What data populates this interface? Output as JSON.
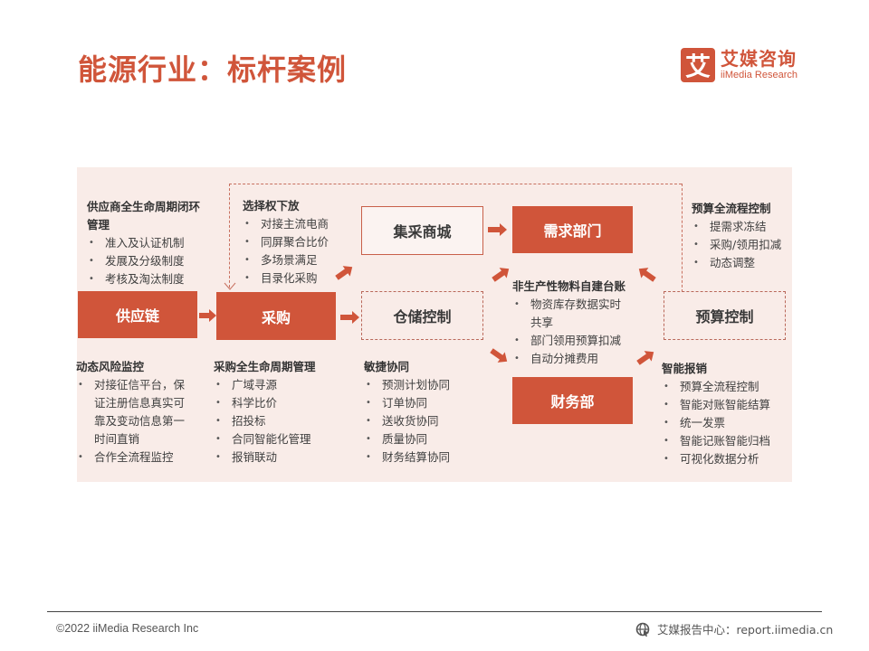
{
  "header": {
    "title": "能源行业：标杆案例",
    "logo": {
      "mark": "艾",
      "cn": "艾媒咨询",
      "en": "iiMedia Research"
    }
  },
  "colors": {
    "accent": "#d0553a",
    "panel_bg": "#f9ece8",
    "text": "#404040"
  },
  "nodes": {
    "supply_chain": "供应链",
    "procurement": "采购",
    "mall": "集采商城",
    "warehouse": "仓储控制",
    "demand_dept": "需求部门",
    "finance_dept": "财务部",
    "budget_control": "预算控制"
  },
  "notes": {
    "supplier_lifecycle": {
      "heading": "供应商全生命周期闭环管理",
      "items": [
        "准入及认证机制",
        "发展及分级制度",
        "考核及淘汰制度"
      ]
    },
    "choice_delegation": {
      "heading": "选择权下放",
      "items": [
        "对接主流电商",
        "同屏聚合比价",
        "多场景满足",
        "目录化采购"
      ]
    },
    "budget_full_process": {
      "heading": "预算全流程控制",
      "items": [
        "提需求冻结",
        "采购/领用扣减",
        "动态调整"
      ]
    },
    "non_production_ledger": {
      "heading": "非生产性物料自建台账",
      "items": [
        "物资库存数据实时共享",
        "部门领用预算扣减",
        "自动分摊费用"
      ]
    },
    "dynamic_risk": {
      "heading": "动态风险监控",
      "items": [
        "对接征信平台，保证注册信息真实可靠及变动信息第一时间直销",
        "合作全流程监控"
      ]
    },
    "procurement_lifecycle": {
      "heading": "采购全生命周期管理",
      "items": [
        "广域寻源",
        "科学比价",
        "招投标",
        "合同智能化管理",
        "报销联动"
      ]
    },
    "agile_collab": {
      "heading": "敏捷协同",
      "items": [
        "预测计划协同",
        "订单协同",
        "送收货协同",
        "质量协同",
        "财务结算协同"
      ]
    },
    "smart_reimburse": {
      "heading": "智能报销",
      "items": [
        "预算全流程控制",
        "智能对账智能结算",
        "统一发票",
        "智能记账智能归档",
        "可视化数据分析"
      ]
    }
  },
  "footer": {
    "copyright": "©2022  iiMedia Research  Inc",
    "site": "艾媒报告中心：report.iimedia.cn"
  }
}
